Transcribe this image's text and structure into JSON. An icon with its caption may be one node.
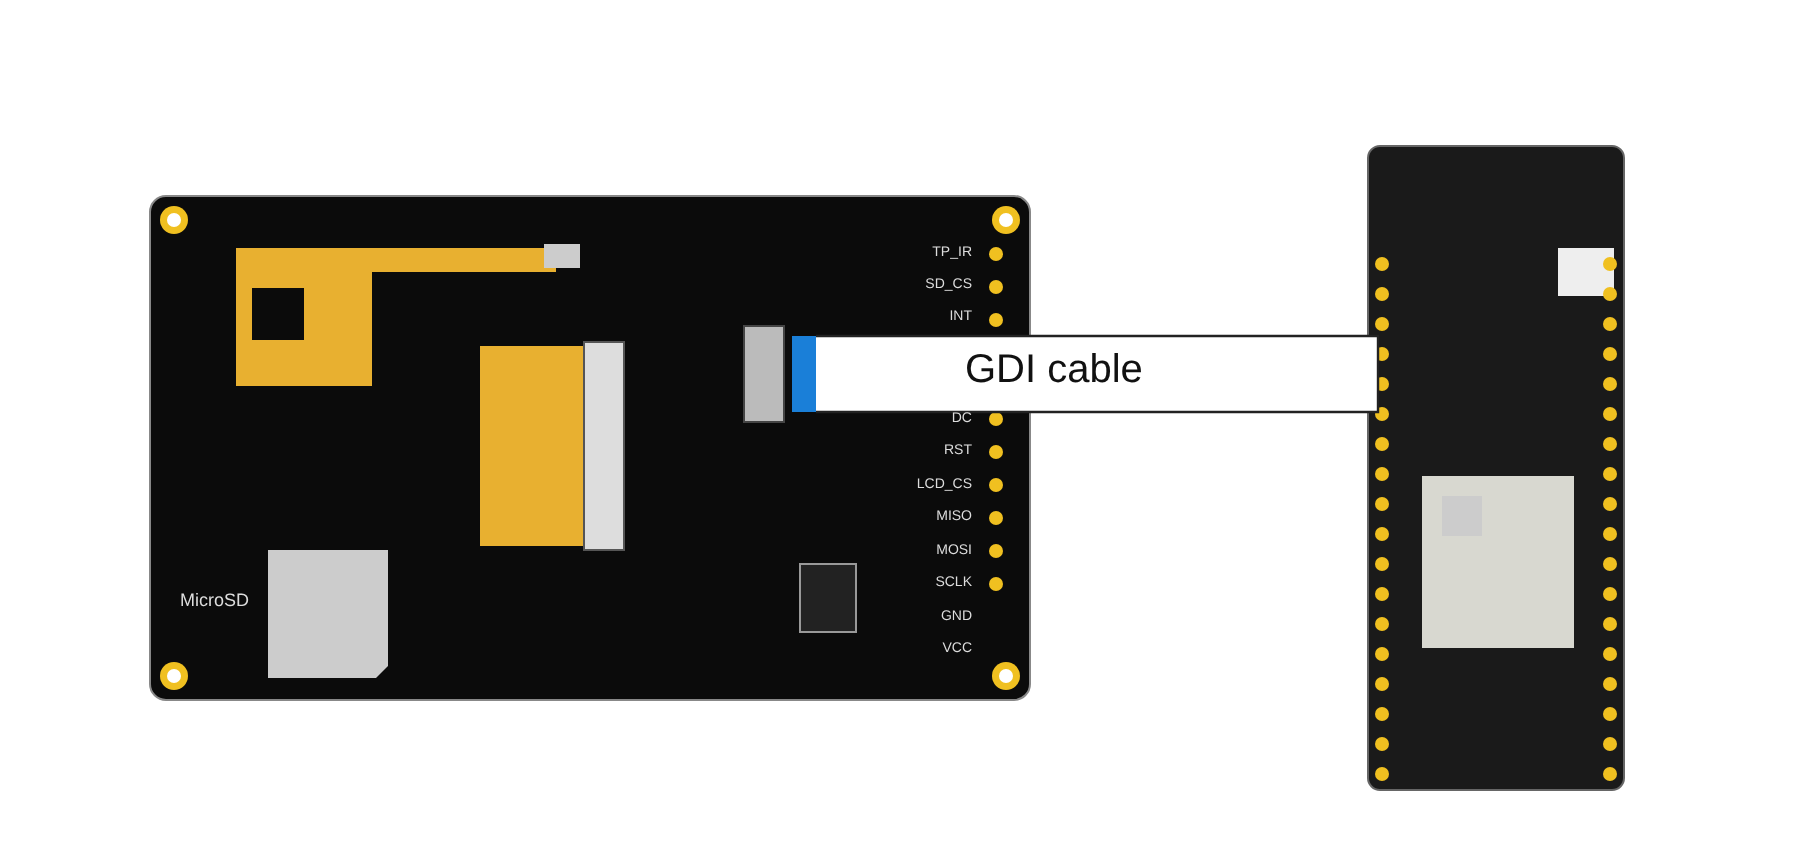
{
  "diagram": {
    "nodes": [
      {
        "text": [],
        "shape": "picture"
      },
      {
        "text": [],
        "shape": "picture"
      }
    ],
    "edges": [
      {
        "from": 0,
        "to": 1,
        "arrow": "none",
        "label": "GDI cable"
      }
    ],
    "labels": [
      "TP_IR",
      "SD_CS",
      "INT",
      "DC",
      "RST",
      "LCD_CS",
      "MISO",
      "MOSI",
      "SCLK",
      "GND",
      "VCC",
      "MicroSD"
    ]
  }
}
